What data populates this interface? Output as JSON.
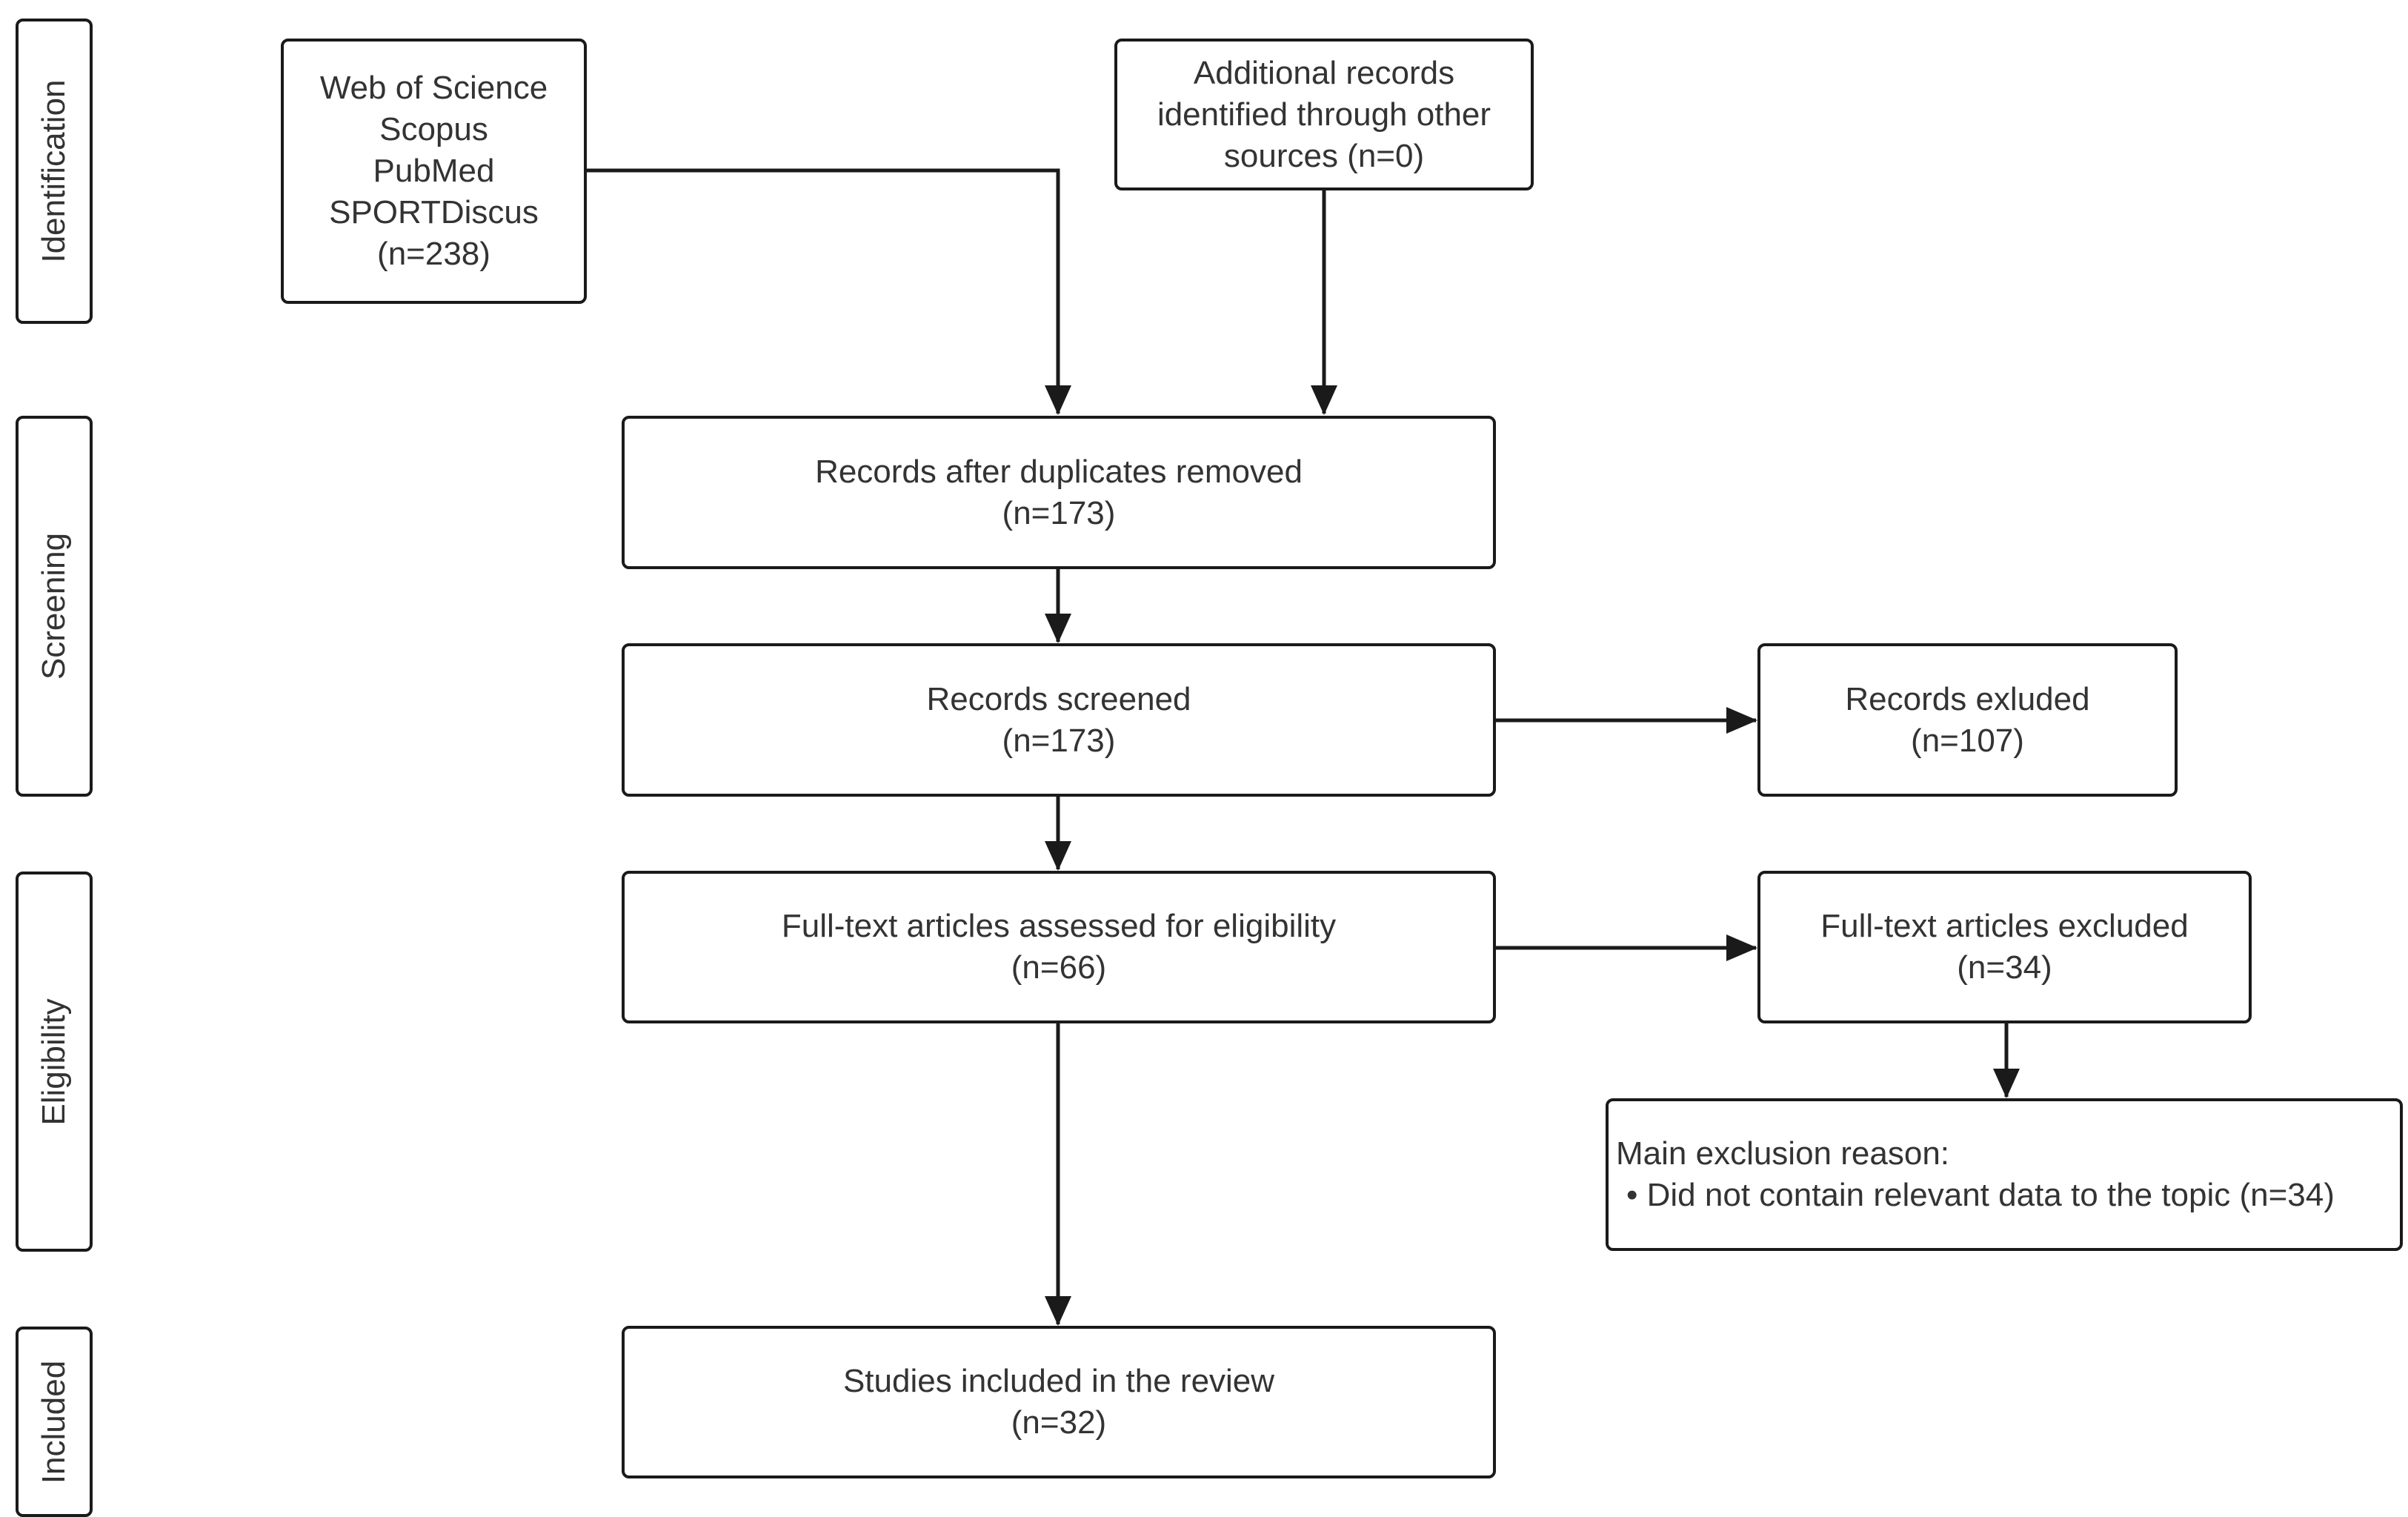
{
  "stages": {
    "identification": "Identification",
    "screening": "Screening",
    "eligibility": "Eligibility",
    "included": "Included"
  },
  "boxes": {
    "databases": {
      "lines": [
        "Web of Science",
        "Scopus",
        "PubMed",
        "SPORTDiscus",
        "(n=238)"
      ]
    },
    "additional": {
      "lines": [
        "Additional records",
        "identified through other",
        "sources (n=0)"
      ]
    },
    "duplicates_removed": {
      "lines": [
        "Records after duplicates removed",
        "(n=173)"
      ]
    },
    "screened": {
      "lines": [
        "Records screened",
        "(n=173)"
      ]
    },
    "excluded": {
      "lines": [
        "Records exluded",
        "(n=107)"
      ]
    },
    "fulltext_assessed": {
      "lines": [
        "Full-text articles assessed for eligibility",
        "(n=66)"
      ]
    },
    "fulltext_excluded": {
      "lines": [
        "Full-text articles excluded",
        "(n=34)"
      ]
    },
    "exclusion_reason": {
      "lines": [
        "Main exclusion reason:",
        "• Did not contain relevant data to the topic (n=34)"
      ]
    },
    "included": {
      "lines": [
        "Studies included in the review",
        "(n=32)"
      ]
    }
  },
  "colors": {
    "stroke": "#1a1a1a",
    "text": "#333333",
    "background": "#ffffff"
  }
}
